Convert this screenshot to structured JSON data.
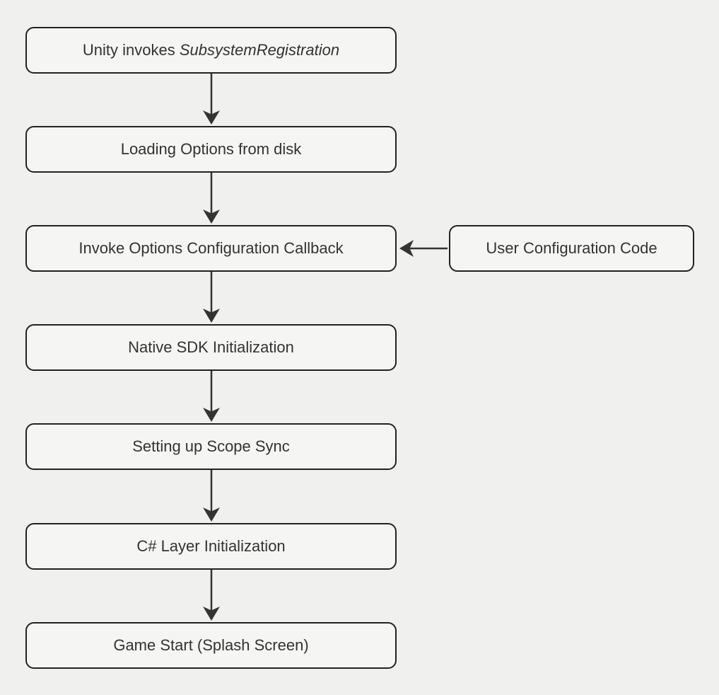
{
  "theme": {
    "background": "#f0f0ee",
    "node_fill": "#f5f5f3",
    "node_border": "#222222",
    "arrow": "#333333",
    "text": "#333333"
  },
  "diagram": {
    "type": "flowchart",
    "direction": "top-down",
    "nodes": [
      {
        "id": "unity-invokes",
        "label_prefix": "Unity invokes",
        "label_italic": "SubsystemRegistration"
      },
      {
        "id": "loading-options",
        "label": "Loading Options from disk"
      },
      {
        "id": "invoke-options-callback",
        "label": "Invoke Options Configuration Callback"
      },
      {
        "id": "user-configuration-code",
        "label": "User Configuration Code"
      },
      {
        "id": "native-sdk-init",
        "label": "Native SDK Initialization"
      },
      {
        "id": "scope-sync",
        "label": "Setting up Scope Sync"
      },
      {
        "id": "csharp-layer-init",
        "label": "C# Layer Initialization"
      },
      {
        "id": "game-start",
        "label": "Game Start (Splash Screen)"
      }
    ],
    "edges": [
      {
        "from": "unity-invokes",
        "to": "loading-options"
      },
      {
        "from": "loading-options",
        "to": "invoke-options-callback"
      },
      {
        "from": "user-configuration-code",
        "to": "invoke-options-callback"
      },
      {
        "from": "invoke-options-callback",
        "to": "native-sdk-init"
      },
      {
        "from": "native-sdk-init",
        "to": "scope-sync"
      },
      {
        "from": "scope-sync",
        "to": "csharp-layer-init"
      },
      {
        "from": "csharp-layer-init",
        "to": "game-start"
      }
    ]
  }
}
